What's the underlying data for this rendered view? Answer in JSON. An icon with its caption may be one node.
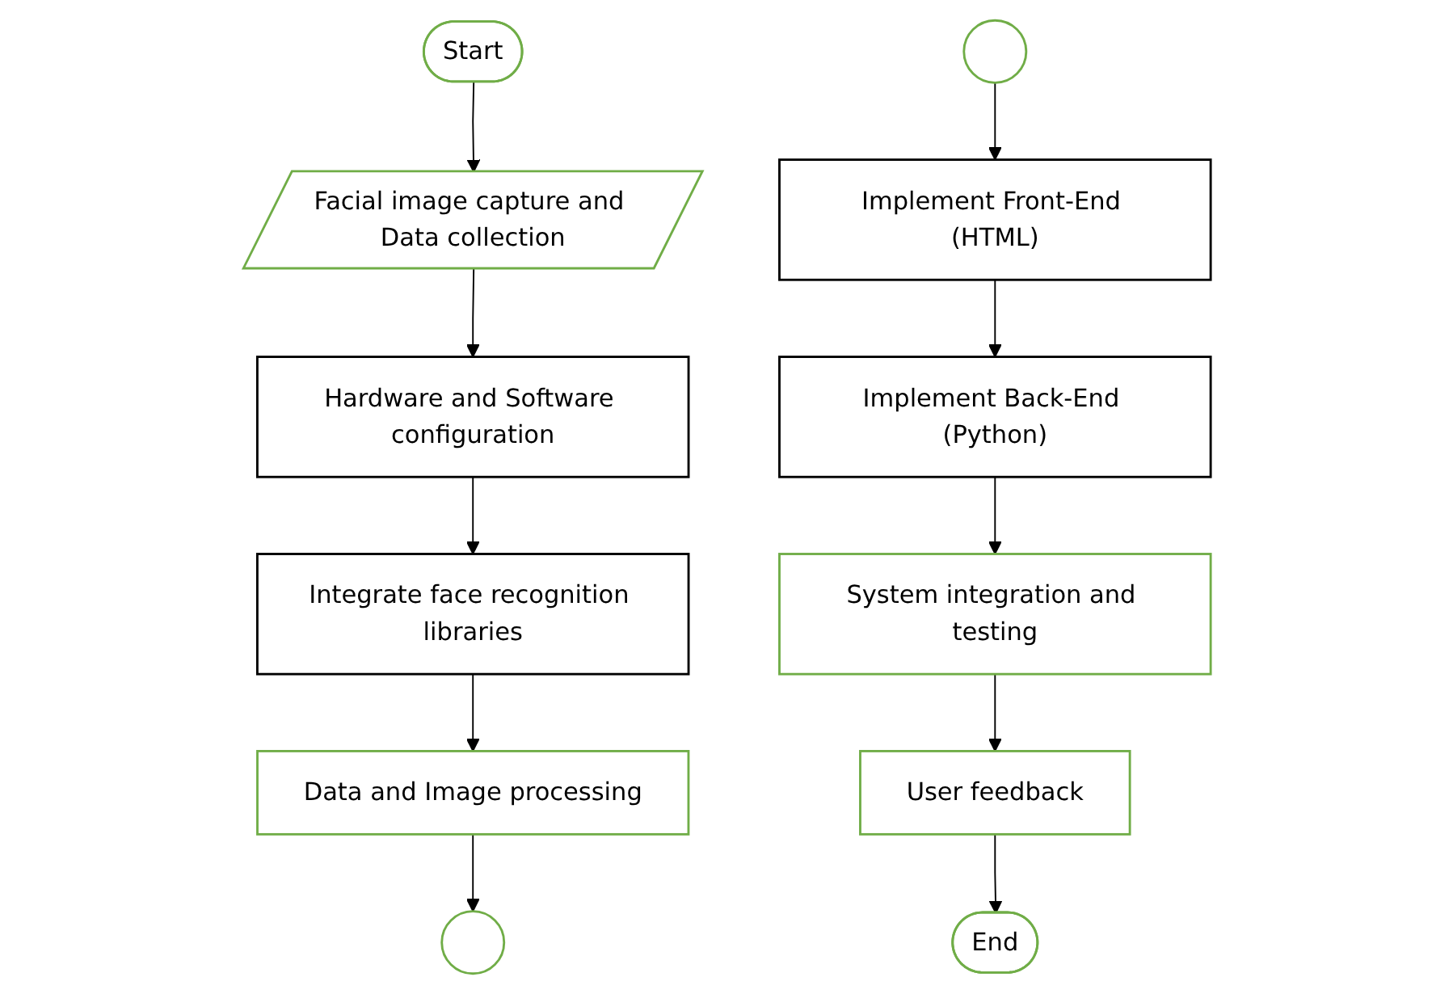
{
  "diagram": {
    "nodes": [
      {
        "text": [
          "Start"
        ]
      },
      {
        "text": [
          "Facial image capture and Data collection"
        ]
      },
      {
        "text": [
          "Hardware and Software configuration"
        ]
      },
      {
        "text": [
          "Integrate face recognition libraries"
        ]
      },
      {
        "text": [
          "Data and Image processing"
        ]
      },
      {
        "text": [],
        "shape": "circle"
      },
      {
        "text": [],
        "shape": "circle"
      },
      {
        "text": [
          "Implement Front-End (HTML)"
        ]
      },
      {
        "text": [
          "Implement Back-End (Python)"
        ]
      },
      {
        "text": [
          "System integration and testing"
        ]
      },
      {
        "text": [
          "User feedback"
        ]
      },
      {
        "text": [
          "End"
        ]
      }
    ],
    "edges": [
      {
        "from": 0,
        "to": 1,
        "arrow": "to"
      },
      {
        "from": 1,
        "to": 2,
        "arrow": "to"
      },
      {
        "from": 2,
        "to": 3,
        "arrow": "to"
      },
      {
        "from": 3,
        "to": 4,
        "arrow": "to"
      },
      {
        "from": 4,
        "to": 5,
        "arrow": "to"
      },
      {
        "from": 6,
        "to": 7,
        "arrow": "to"
      },
      {
        "from": 7,
        "to": 8,
        "arrow": "to"
      },
      {
        "from": 8,
        "to": 9,
        "arrow": "to"
      },
      {
        "from": 9,
        "to": 10,
        "arrow": "to"
      },
      {
        "from": 10,
        "to": 11,
        "arrow": "to"
      }
    ]
  }
}
